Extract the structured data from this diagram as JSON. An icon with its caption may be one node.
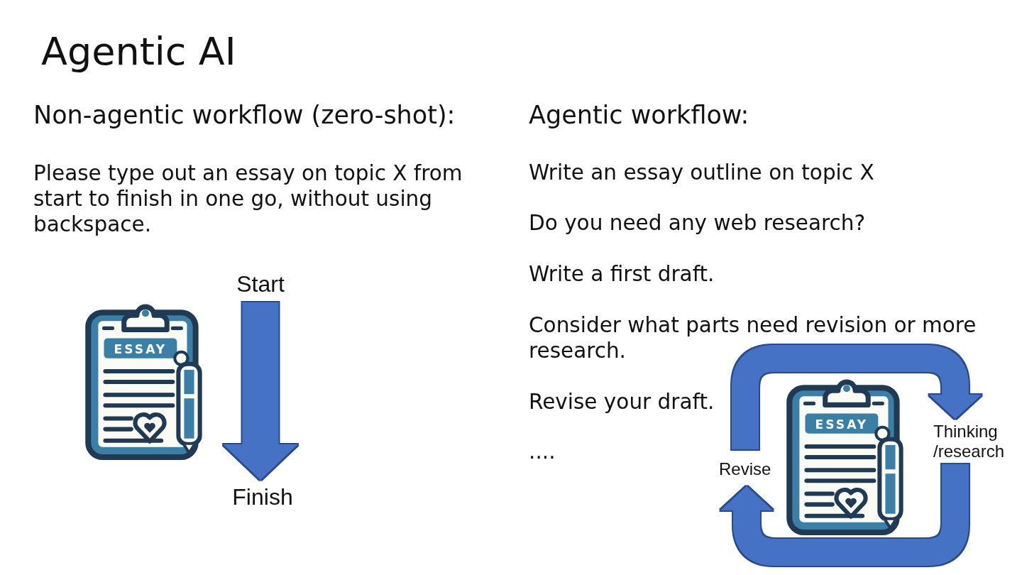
{
  "diagram": {
    "title": "Agentic AI",
    "nodes": [
      {
        "text": [
          "Start"
        ]
      },
      {
        "text": [
          "Finish"
        ]
      },
      {
        "text": [
          "Thinking /research"
        ]
      },
      {
        "text": [
          "Revise"
        ]
      }
    ],
    "edges": [
      {
        "from": 0,
        "to": 1,
        "arrow": "to"
      },
      {
        "from": 3,
        "to": 2,
        "arrow": "to"
      },
      {
        "from": 2,
        "to": 3,
        "arrow": "to"
      }
    ],
    "labels": [
      "Non-agentic workflow (zero-shot):",
      "Please type out an essay on topic X from start to finish in one go, without using backspace.",
      "ESSAY",
      "Agentic workflow:",
      "Write an essay outline on topic X",
      "Do you need any web research?",
      "Write a first draft.",
      "Consider what parts need revision or more research.",
      "Revise your draft.",
      "....",
      "ESSAY"
    ]
  }
}
